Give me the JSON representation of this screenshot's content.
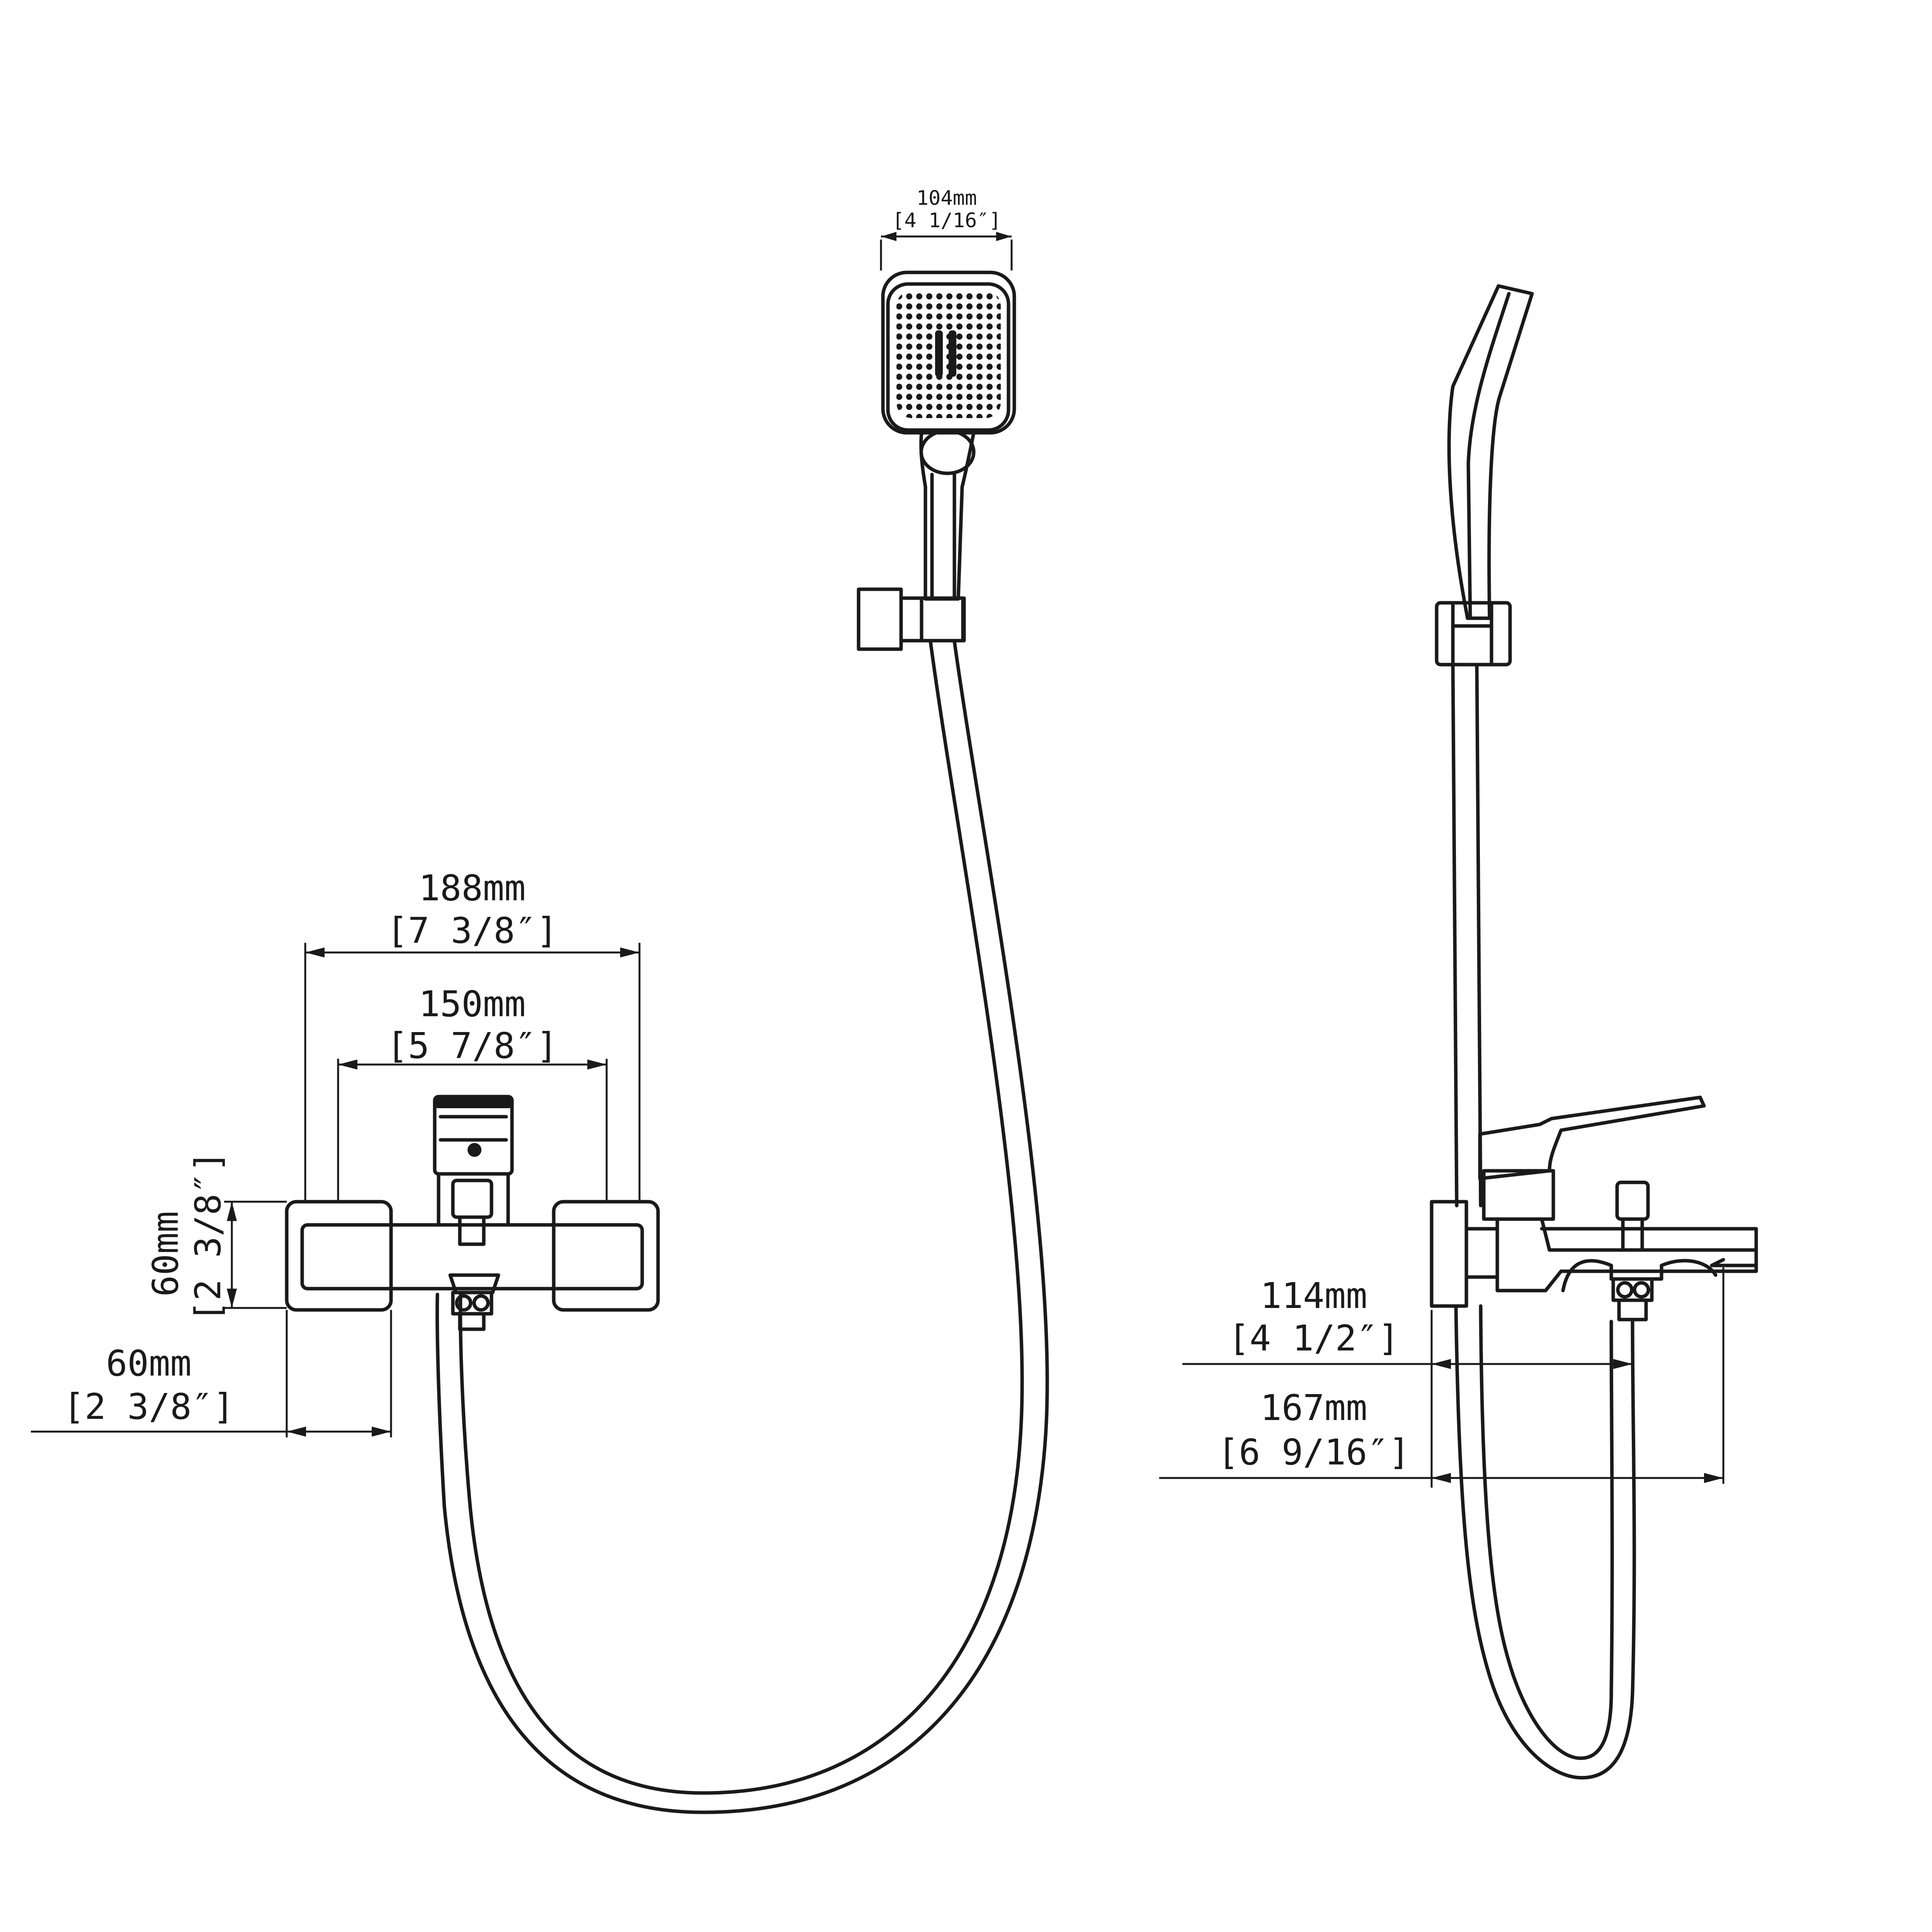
{
  "dimensions": {
    "handshower_head_width": {
      "mm": "104mm",
      "inch": "[4 1/16″]"
    },
    "body_overall_width": {
      "mm": "188mm",
      "inch": "[7 3/8″]"
    },
    "center_to_center": {
      "mm": "150mm",
      "inch": "[5 7/8″]"
    },
    "body_height": {
      "mm": "60mm",
      "inch": "[2 3/8″]"
    },
    "end_block_width": {
      "mm": "60mm",
      "inch": "[2 3/8″]"
    },
    "wall_to_outlet": {
      "mm": "114mm",
      "inch": "[4 1/2″]"
    },
    "spout_projection": {
      "mm": "167mm",
      "inch": "[6 9/16″]"
    }
  }
}
